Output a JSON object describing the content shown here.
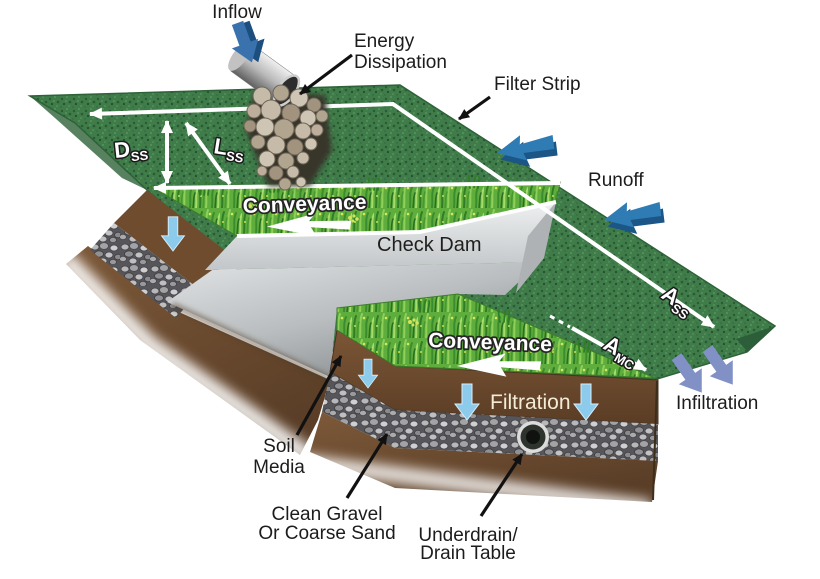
{
  "labels": {
    "inflow": "Inflow",
    "energy_dissipation_line1": "Energy",
    "energy_dissipation_line2": "Dissipation",
    "filter_strip": "Filter Strip",
    "runoff": "Runoff",
    "conveyance_upper": "Conveyance",
    "conveyance_lower": "Conveyance",
    "check_dam": "Check Dam",
    "filtration": "Filtration",
    "infiltration": "Infiltration",
    "soil_media_line1": "Soil",
    "soil_media_line2": "Media",
    "clean_gravel_line1": "Clean Gravel",
    "clean_gravel_line2": "Or Coarse Sand",
    "underdrain_line1": "Underdrain/",
    "underdrain_line2": "Drain Table"
  },
  "dimensions": {
    "depth_base": "D",
    "depth_sub": "SS",
    "length_base": "L",
    "length_sub": "SS",
    "area_side_slope_base": "A",
    "area_side_slope_sub": "SS",
    "area_main_channel_base": "A",
    "area_main_channel_sub": "MC"
  },
  "colors": {
    "turf_green": "#3f7c4a",
    "channel_grass_green": "#5fae3d",
    "soil_brown": "#6b4a2e",
    "gravel_gray": "#8a8a8c",
    "concrete_gray": "#c6c9cb",
    "runoff_arrow_blue": "#2f7cb5",
    "inflow_arrow_blue": "#3a72ae",
    "infiltration_arrow_blue": "#8191c6",
    "filtration_arrow_blue": "#8ccbeb",
    "rock_tan": "#b9ac99",
    "label_black": "#1c1c1c",
    "measure_line_white": "#ffffff"
  }
}
